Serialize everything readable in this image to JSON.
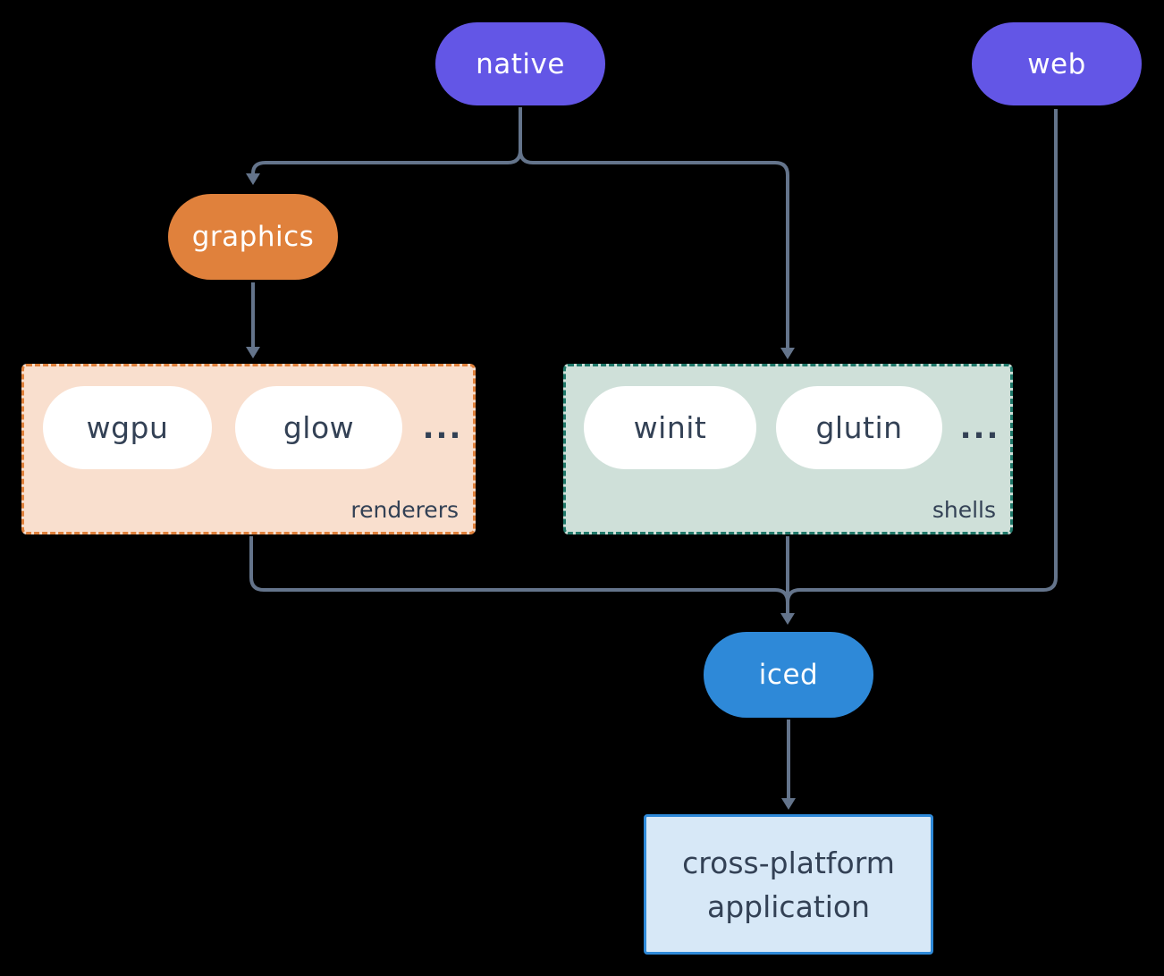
{
  "colors": {
    "background": "#000000",
    "connector": "#64748b",
    "native_web_purple": "#6356e6",
    "graphics_orange": "#e0813c",
    "iced_blue": "#2e89d8",
    "renderers_box_bg": "#f9dfce",
    "renderers_box_border": "#e0813c",
    "shells_box_bg": "#cfe0d9",
    "shells_box_border": "#20796a",
    "app_box_bg": "#d7e8f7",
    "app_box_border": "#2e89d8",
    "dark_label_text": "#334155",
    "inner_pill_bg": "#ffffff"
  },
  "nodes": {
    "native": {
      "label": "native"
    },
    "web": {
      "label": "web"
    },
    "graphics": {
      "label": "graphics"
    },
    "iced": {
      "label": "iced"
    },
    "app": {
      "line1": "cross-platform",
      "line2": "application"
    }
  },
  "groups": {
    "renderers": {
      "label": "renderers",
      "items": [
        "wgpu",
        "glow"
      ],
      "ellipsis": "..."
    },
    "shells": {
      "label": "shells",
      "items": [
        "winit",
        "glutin"
      ],
      "ellipsis": "..."
    }
  }
}
